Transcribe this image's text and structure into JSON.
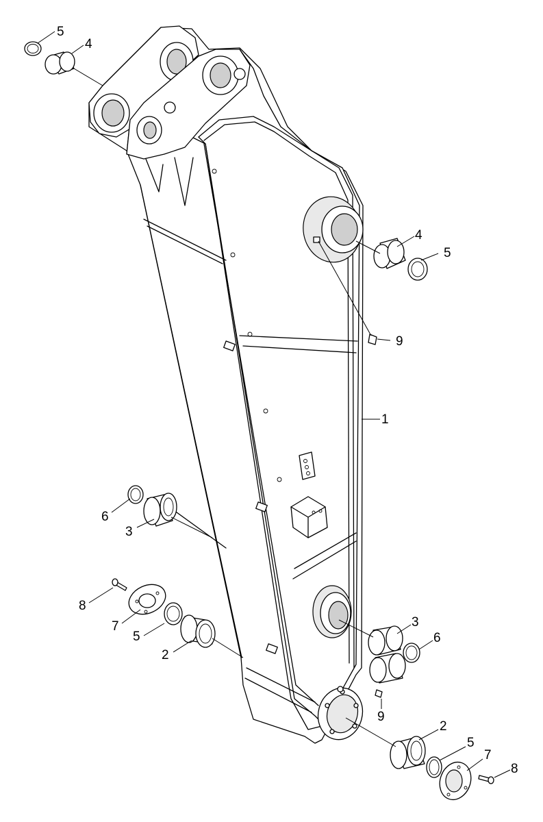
{
  "callouts": {
    "c5a": "5",
    "c4a": "4",
    "c4b": "4",
    "c5b": "5",
    "c9a": "9",
    "c1": "1",
    "c6a": "6",
    "c3a": "3",
    "c8a": "8",
    "c7a": "7",
    "c5c": "5",
    "c2a": "2",
    "c3b": "3",
    "c6b": "6",
    "c9b": "9",
    "c2b": "2",
    "c5d": "5",
    "c7b": "7",
    "c8b": "8"
  }
}
